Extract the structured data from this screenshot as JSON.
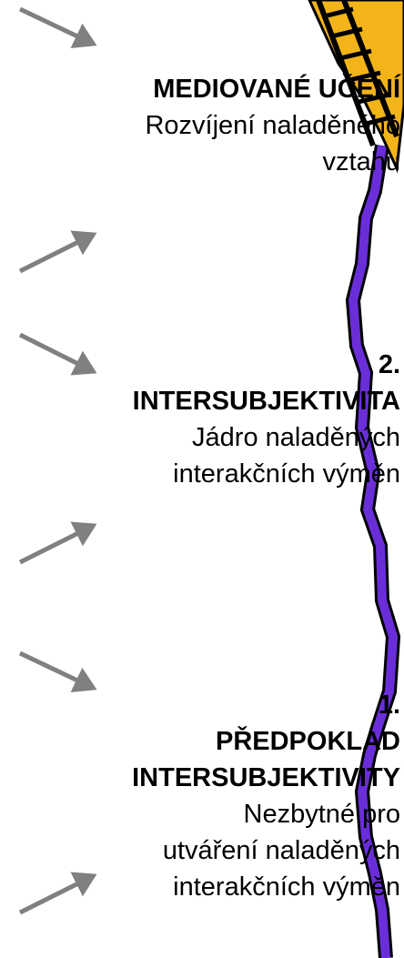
{
  "levels": [
    {
      "number": "",
      "title": "MEDIOVANÉ UČENÍ",
      "lines": [
        "Rozvíjení naladěného",
        "vztahu"
      ]
    },
    {
      "number": "2.",
      "title": "INTERSUBJEKTIVITA",
      "lines": [
        "Jádro naladěných",
        "interakčních výměn"
      ]
    },
    {
      "number": "1.",
      "title_lines": [
        "PŘEDPOKLAD",
        "INTERSUBJEKTIVITY"
      ],
      "lines": [
        "Nezbytné pro",
        "utváření naladěných",
        "interakčních výměn"
      ]
    }
  ],
  "colors": {
    "arrow": "#808080",
    "wave": "#6a2ed8",
    "wave_outline": "#000000",
    "ladder": "#f2b418"
  },
  "icons": [
    "arrow-down-right-icon",
    "arrow-up-right-icon",
    "ladder-icon",
    "wave-line-icon"
  ]
}
